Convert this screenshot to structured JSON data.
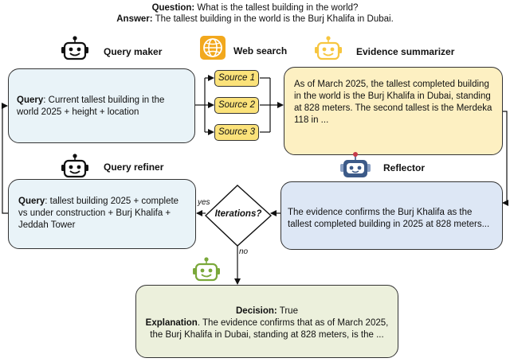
{
  "header": {
    "question_label": "Question:",
    "question_text": " What is the tallest building in the world?",
    "answer_label": "Answer:",
    "answer_text": " The tallest building in the world is the Burj Khalifa in Dubai."
  },
  "query_maker": {
    "title": "Query maker",
    "query_label": "Query",
    "query_text": ": Current tallest building in the world 2025 + height + location"
  },
  "web_search": {
    "title": "Web search",
    "sources": [
      "Source 1",
      "Source 2",
      "Source 3"
    ]
  },
  "evidence_summarizer": {
    "title": "Evidence summarizer",
    "text": "As of March 2025, the tallest completed building in the world is the Burj Khalifa in Dubai, standing at 828 meters. The second tallest is the Merdeka 118 in ..."
  },
  "query_refiner": {
    "title": "Query refiner",
    "query_label": "Query",
    "query_text": ": tallest building 2025 + complete vs under construction + Burj Khalifa + Jeddah Tower"
  },
  "reflector": {
    "title": "Reflector",
    "text": "The evidence confirms the Burj Khalifa as the tallest completed building in 2025 at 828 meters..."
  },
  "decision_node": {
    "label": "Iterations?",
    "yes": "yes",
    "no": "no"
  },
  "decision": {
    "decision_label": "Decision:",
    "decision_text": " True",
    "explanation_label": "Explanation",
    "explanation_text": ". The evidence confirms that as of March 2025, the Burj Khalifa in Dubai, standing at 828 meters, is the ..."
  },
  "colors": {
    "query_box": "#e9f3f8",
    "summary_box": "#fdf0c2",
    "reflector_box": "#dde7f5",
    "decision_box": "#ecf0dc",
    "robot_yellow": "#f7c640",
    "robot_blue": "#3c5a88",
    "robot_green": "#7aa83a",
    "globe": "#f2a81d"
  },
  "icons": [
    "robot-icon",
    "globe-icon"
  ]
}
